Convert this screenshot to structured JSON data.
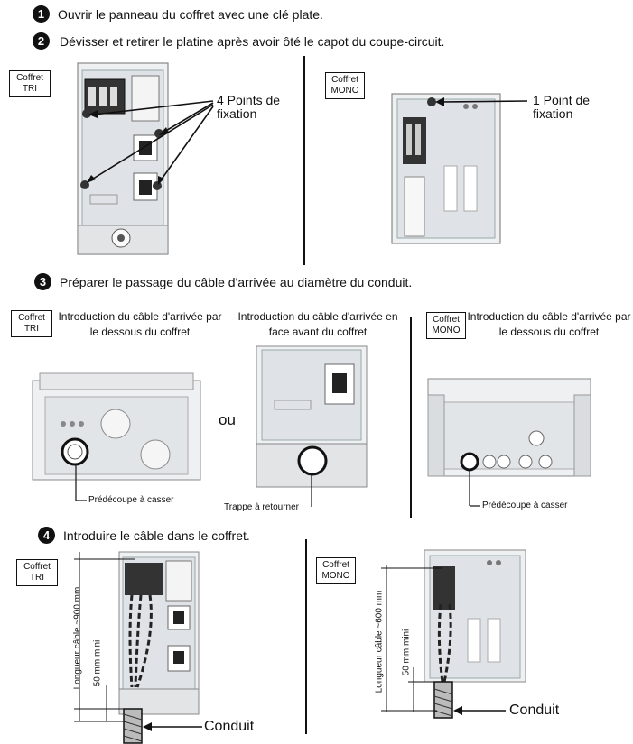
{
  "steps": [
    {
      "num": "1",
      "text": "Ouvrir le panneau du coffret avec une clé plate."
    },
    {
      "num": "2",
      "text": "Dévisser et retirer le platine après avoir ôté le capot  du coupe-circuit."
    },
    {
      "num": "3",
      "text": "Préparer le passage du câble d'arrivée au diamètre du conduit."
    },
    {
      "num": "4",
      "text": "Introduire le câble dans le coffret."
    }
  ],
  "tags": {
    "tri_1": "Coffret TRI",
    "mono_1": "Coffret MONO",
    "tri_3": "Coffret TRI",
    "mono_3": "Coffret MONO",
    "tri_4": "Coffret TRI",
    "mono_4": "Coffret MONO"
  },
  "step2": {
    "tri_callout": "4 Points de fixation",
    "mono_callout": "1 Point de fixation"
  },
  "step3": {
    "tri_bottom_header": "Introduction du câble d'arrivée par le dessous du coffret",
    "tri_front_header": "Introduction du câble d'arrivée en face avant du coffret",
    "mono_bottom_header": "Introduction du câble d'arrivée par le dessous du coffret",
    "or_label": "ou",
    "tri_knockout_label": "Prédécoupe à casser",
    "trap_label": "Trappe à retourner",
    "mono_knockout_label": "Prédécoupe à casser"
  },
  "step4": {
    "tri_length": "Longueur câble ~900 mm",
    "tri_mini": "50 mm mini",
    "tri_conduit": "Conduit",
    "mono_length": "Longueur câble ~600 mm",
    "mono_mini": "50 mm mini",
    "mono_conduit": "Conduit"
  }
}
